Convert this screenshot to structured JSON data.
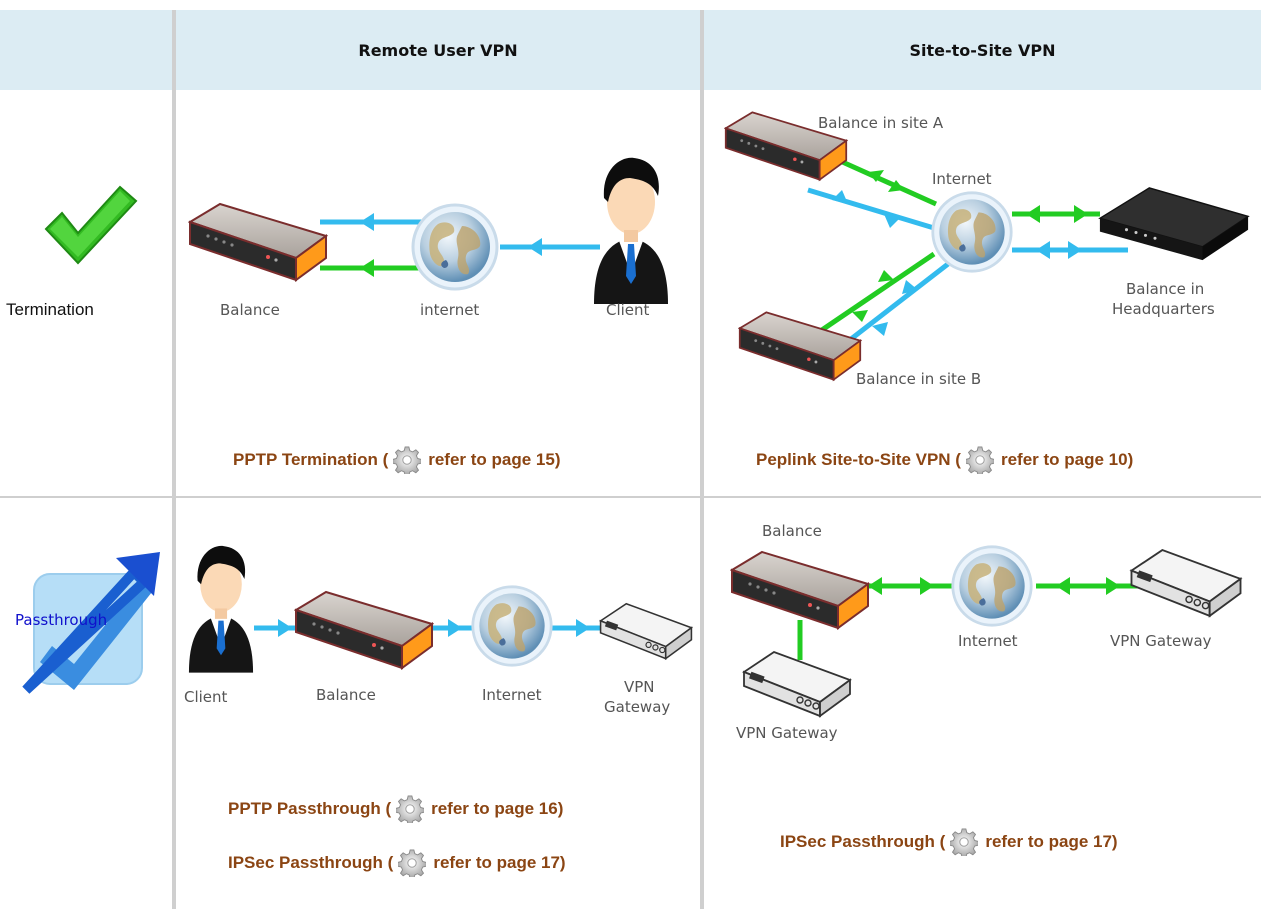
{
  "headers": {
    "corner": "",
    "remote": "Remote User VPN",
    "site": "Site-to-Site VPN"
  },
  "rows": {
    "termination": "Termination",
    "passthrough_icon_text": "Passthrough"
  },
  "termination_remote": {
    "labels": {
      "balance": "Balance",
      "internet": "internet",
      "client": "Client"
    },
    "caption": {
      "text": "PPTP Termination (",
      "ref": "refer to page 15)"
    }
  },
  "termination_site": {
    "labels": {
      "site_a": "Balance in site A",
      "internet": "Internet",
      "hq_line1": "Balance in",
      "hq_line2": "Headquarters",
      "site_b": "Balance in site B"
    },
    "caption": {
      "text": "Peplink Site-to-Site VPN (",
      "ref": "refer to page 10)"
    }
  },
  "passthrough_remote": {
    "labels": {
      "client": "Client",
      "balance": "Balance",
      "internet": "Internet",
      "gw_line1": "VPN",
      "gw_line2": "Gateway"
    },
    "captions": [
      {
        "text": "PPTP Passthrough (",
        "ref": "refer to page 16)"
      },
      {
        "text": "IPSec Passthrough (",
        "ref": "refer to page 17)"
      }
    ]
  },
  "passthrough_site": {
    "labels": {
      "balance": "Balance",
      "internet": "Internet",
      "gw_right": "VPN Gateway",
      "gw_left": "VPN Gateway"
    },
    "caption": {
      "text": "IPSec Passthrough (",
      "ref": "refer to page 17)"
    }
  },
  "colors": {
    "header_bg": "#dcecf3",
    "caption": "#8b4513",
    "blue_link": "#33bbee",
    "green_link": "#22cc22",
    "check_green": "#33bb22"
  },
  "icons": [
    "check-icon",
    "passthrough-icon",
    "gear-icon",
    "router-icon",
    "globe-icon",
    "person-icon",
    "switch-icon",
    "gateway-icon"
  ]
}
